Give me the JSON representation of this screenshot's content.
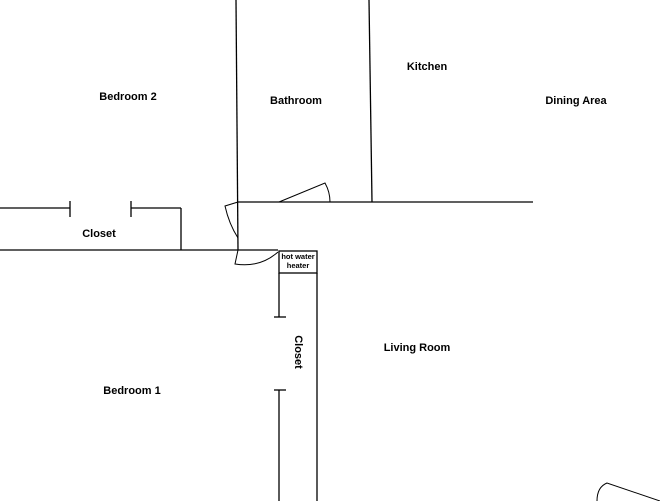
{
  "rooms": {
    "bedroom2": "Bedroom 2",
    "bathroom": "Bathroom",
    "kitchen": "Kitchen",
    "dining_area": "Dining Area",
    "closet_top": "Closet",
    "living_room": "Living Room",
    "bedroom1": "Bedroom 1",
    "closet_vertical": "Closet"
  },
  "fixtures": {
    "hot_water_heater_line1": "hot water",
    "hot_water_heater_line2": "heater"
  },
  "colors": {
    "line": "#000000",
    "background": "#ffffff"
  }
}
